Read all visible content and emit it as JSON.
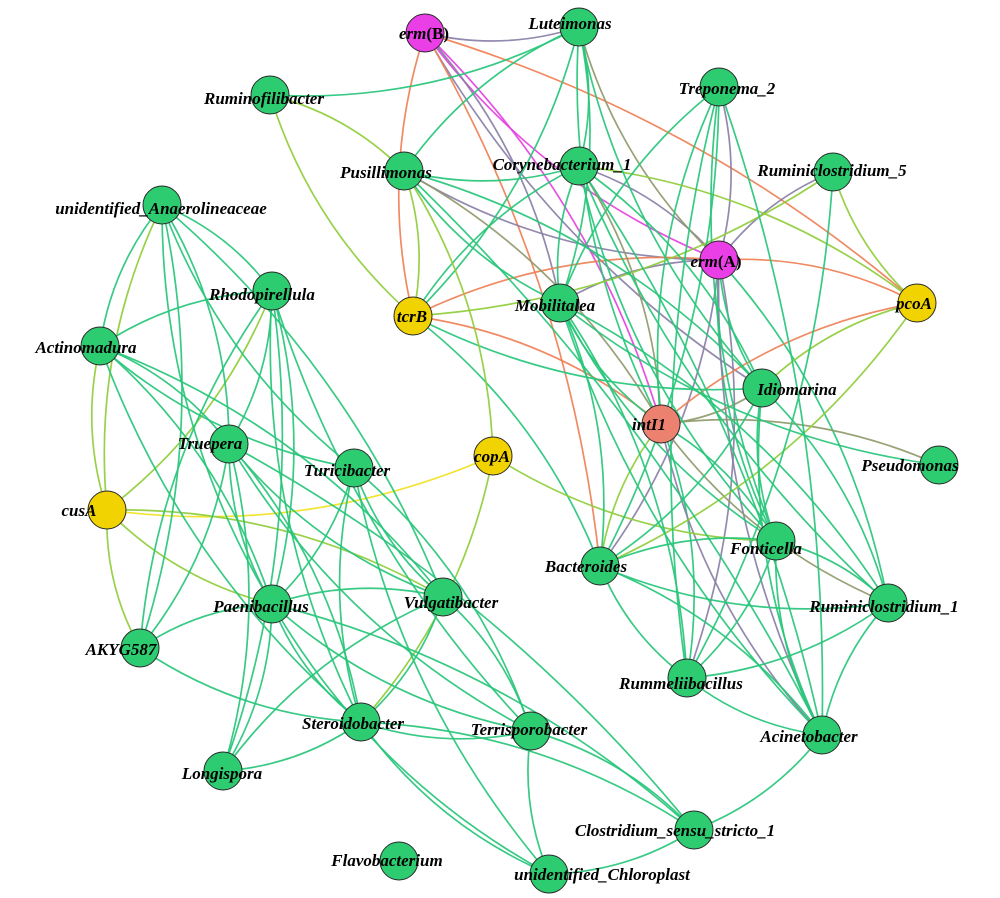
{
  "colors": {
    "genus": "#2ecc71",
    "metal": "#f1d302",
    "erm": "#ea3fe6",
    "intI1": "#ed8170",
    "edge_genus": "#27c67a",
    "edge_lime": "#8fcd3a",
    "edge_yellow": "#f0e220",
    "edge_orange": "#ee8055",
    "edge_purple": "#8a7fa7",
    "edge_magenta": "#e442e0",
    "edge_olive": "#8e9a6a"
  },
  "nodes": [
    {
      "id": "ermB",
      "italic": "erm",
      "upright": "(B)",
      "type": "erm"
    },
    {
      "id": "ermA",
      "italic": "erm",
      "upright": "(A)",
      "type": "erm"
    },
    {
      "id": "intI1",
      "italic": "intI1",
      "upright": "",
      "type": "intI1"
    },
    {
      "id": "tcrB",
      "italic": "tcrB",
      "upright": "",
      "type": "metal"
    },
    {
      "id": "pcoA",
      "italic": "pcoA",
      "upright": "",
      "type": "metal"
    },
    {
      "id": "copA",
      "italic": "copA",
      "upright": "",
      "type": "metal"
    },
    {
      "id": "cusA",
      "italic": "cusA",
      "upright": "",
      "type": "metal"
    },
    {
      "id": "Luteimonas",
      "italic": "Luteimonas",
      "upright": "",
      "type": "genus"
    },
    {
      "id": "Treponema_2",
      "italic": "Treponema_2",
      "upright": "",
      "type": "genus"
    },
    {
      "id": "Ruminofilibacter",
      "italic": "Ruminofilibacter",
      "upright": "",
      "type": "genus"
    },
    {
      "id": "Pusillimonas",
      "italic": "Pusillimonas",
      "upright": "",
      "type": "genus"
    },
    {
      "id": "Corynebacterium_1",
      "italic": "Corynebacterium_1",
      "upright": "",
      "type": "genus"
    },
    {
      "id": "Ruminiclostridium_5",
      "italic": "Ruminiclostridium_5",
      "upright": "",
      "type": "genus"
    },
    {
      "id": "unidentified_Anaerolineaceae",
      "italic": "unidentified_Anaerolineaceae",
      "upright": "",
      "type": "genus"
    },
    {
      "id": "Rhodopirellula",
      "italic": "Rhodopirellula",
      "upright": "",
      "type": "genus"
    },
    {
      "id": "Actinomadura",
      "italic": "Actinomadura",
      "upright": "",
      "type": "genus"
    },
    {
      "id": "Mobilitalea",
      "italic": "Mobilitalea",
      "upright": "",
      "type": "genus"
    },
    {
      "id": "Idiomarina",
      "italic": "Idiomarina",
      "upright": "",
      "type": "genus"
    },
    {
      "id": "Truepera",
      "italic": "Truepera",
      "upright": "",
      "type": "genus"
    },
    {
      "id": "Turicibacter",
      "italic": "Turicibacter",
      "upright": "",
      "type": "genus"
    },
    {
      "id": "Pseudomonas",
      "italic": "Pseudomonas",
      "upright": "",
      "type": "genus"
    },
    {
      "id": "Bacteroides",
      "italic": "Bacteroides",
      "upright": "",
      "type": "genus"
    },
    {
      "id": "Fonticella",
      "italic": "Fonticella",
      "upright": "",
      "type": "genus"
    },
    {
      "id": "Paenibacillus",
      "italic": "Paenibacillus",
      "upright": "",
      "type": "genus"
    },
    {
      "id": "Vulgatibacter",
      "italic": "Vulgatibacter",
      "upright": "",
      "type": "genus"
    },
    {
      "id": "Ruminiclostridium_1",
      "italic": "Ruminiclostridium_1",
      "upright": "",
      "type": "genus"
    },
    {
      "id": "AKYG587",
      "italic": "AKYG587",
      "upright": "",
      "type": "genus"
    },
    {
      "id": "Rummeliibacillus",
      "italic": "Rummeliibacillus",
      "upright": "",
      "type": "genus"
    },
    {
      "id": "Steroidobacter",
      "italic": "Steroidobacter",
      "upright": "",
      "type": "genus"
    },
    {
      "id": "Terrisporobacter",
      "italic": "Terrisporobacter",
      "upright": "",
      "type": "genus"
    },
    {
      "id": "Acinetobacter",
      "italic": "Acinetobacter",
      "upright": "",
      "type": "genus"
    },
    {
      "id": "Longispora",
      "italic": "Longispora",
      "upright": "",
      "type": "genus"
    },
    {
      "id": "Clostridium_sensu_stricto_1",
      "italic": "Clostridium_sensu_stricto_1",
      "upright": "",
      "type": "genus"
    },
    {
      "id": "Flavobacterium",
      "italic": "Flavobacterium",
      "upright": "",
      "type": "genus"
    },
    {
      "id": "unidentified_Chloroplast",
      "italic": "unidentified_Chloroplast",
      "upright": "",
      "type": "genus"
    }
  ],
  "edges": [
    [
      "ermB",
      "ermA",
      "magenta"
    ],
    [
      "ermB",
      "intI1",
      "magenta"
    ],
    [
      "ermB",
      "tcrB",
      "orange"
    ],
    [
      "ermB",
      "pcoA",
      "orange"
    ],
    [
      "ermB",
      "Luteimonas",
      "purple"
    ],
    [
      "ermB",
      "Mobilitalea",
      "purple"
    ],
    [
      "ermB",
      "Idiomarina",
      "purple"
    ],
    [
      "ermB",
      "Bacteroides",
      "orange"
    ],
    [
      "ermA",
      "Corynebacterium_1",
      "purple"
    ],
    [
      "ermA",
      "Pusillimonas",
      "purple"
    ],
    [
      "ermA",
      "tcrB",
      "orange"
    ],
    [
      "ermA",
      "pcoA",
      "orange"
    ],
    [
      "ermA",
      "Mobilitalea",
      "purple"
    ],
    [
      "ermA",
      "Ruminiclostridium_5",
      "purple"
    ],
    [
      "ermA",
      "Treponema_2",
      "purple"
    ],
    [
      "ermA",
      "Bacteroides",
      "purple"
    ],
    [
      "ermA",
      "Fonticella",
      "genus"
    ],
    [
      "ermA",
      "Rummeliibacillus",
      "purple"
    ],
    [
      "ermA",
      "Acinetobacter",
      "purple"
    ],
    [
      "ermA",
      "Ruminiclostridium_1",
      "genus"
    ],
    [
      "ermA",
      "Idiomarina",
      "genus"
    ],
    [
      "ermA",
      "Luteimonas",
      "olive"
    ],
    [
      "intI1",
      "tcrB",
      "orange"
    ],
    [
      "intI1",
      "pcoA",
      "orange"
    ],
    [
      "intI1",
      "Corynebacterium_1",
      "olive"
    ],
    [
      "intI1",
      "Mobilitalea",
      "genus"
    ],
    [
      "intI1",
      "Idiomarina",
      "olive"
    ],
    [
      "intI1",
      "Pseudomonas",
      "olive"
    ],
    [
      "intI1",
      "Bacteroides",
      "lime"
    ],
    [
      "intI1",
      "Fonticella",
      "genus"
    ],
    [
      "intI1",
      "Ruminiclostridium_1",
      "olive"
    ],
    [
      "intI1",
      "Rummeliibacillus",
      "genus"
    ],
    [
      "intI1",
      "Acinetobacter",
      "purple"
    ],
    [
      "intI1",
      "Treponema_2",
      "genus"
    ],
    [
      "intI1",
      "Pusillimonas",
      "olive"
    ],
    [
      "intI1",
      "Luteimonas",
      "genus"
    ],
    [
      "tcrB",
      "Pusillimonas",
      "lime"
    ],
    [
      "tcrB",
      "Ruminofilibacter",
      "lime"
    ],
    [
      "tcrB",
      "Luteimonas",
      "genus"
    ],
    [
      "tcrB",
      "Corynebacterium_1",
      "genus"
    ],
    [
      "tcrB",
      "Idiomarina",
      "genus"
    ],
    [
      "tcrB",
      "Bacteroides",
      "genus"
    ],
    [
      "tcrB",
      "Ruminiclostridium_5",
      "lime"
    ],
    [
      "pcoA",
      "Ruminiclostridium_5",
      "lime"
    ],
    [
      "pcoA",
      "Corynebacterium_1",
      "lime"
    ],
    [
      "pcoA",
      "Bacteroides",
      "lime"
    ],
    [
      "pcoA",
      "Idiomarina",
      "lime"
    ],
    [
      "copA",
      "cusA",
      "yellow"
    ],
    [
      "copA",
      "Pusillimonas",
      "lime"
    ],
    [
      "copA",
      "Steroidobacter",
      "lime"
    ],
    [
      "copA",
      "Fonticella",
      "lime"
    ],
    [
      "cusA",
      "unidentified_Anaerolineaceae",
      "lime"
    ],
    [
      "cusA",
      "Rhodopirellula",
      "lime"
    ],
    [
      "cusA",
      "Actinomadura",
      "lime"
    ],
    [
      "cusA",
      "AKYG587",
      "lime"
    ],
    [
      "cusA",
      "Vulgatibacter",
      "lime"
    ],
    [
      "cusA",
      "Paenibacillus",
      "lime"
    ],
    [
      "Luteimonas",
      "Ruminofilibacter",
      "genus"
    ],
    [
      "Luteimonas",
      "Pusillimonas",
      "genus"
    ],
    [
      "Luteimonas",
      "Mobilitalea",
      "genus"
    ],
    [
      "Luteimonas",
      "Idiomarina",
      "genus"
    ],
    [
      "Luteimonas",
      "Corynebacterium_1",
      "genus"
    ],
    [
      "Treponema_2",
      "Mobilitalea",
      "genus"
    ],
    [
      "Treponema_2",
      "Bacteroides",
      "genus"
    ],
    [
      "Treponema_2",
      "Fonticella",
      "genus"
    ],
    [
      "Treponema_2",
      "Acinetobacter",
      "genus"
    ],
    [
      "Treponema_2",
      "Rummeliibacillus",
      "genus"
    ],
    [
      "Ruminofilibacter",
      "Pusillimonas",
      "lime"
    ],
    [
      "Pusillimonas",
      "Mobilitalea",
      "genus"
    ],
    [
      "Pusillimonas",
      "Idiomarina",
      "genus"
    ],
    [
      "Pusillimonas",
      "Corynebacterium_1",
      "genus"
    ],
    [
      "Pusillimonas",
      "Acinetobacter",
      "genus"
    ],
    [
      "Corynebacterium_1",
      "Mobilitalea",
      "genus"
    ],
    [
      "Corynebacterium_1",
      "Idiomarina",
      "genus"
    ],
    [
      "Corynebacterium_1",
      "Ruminiclostridium_1",
      "genus"
    ],
    [
      "Corynebacterium_1",
      "Acinetobacter",
      "genus"
    ],
    [
      "Corynebacterium_1",
      "Fonticella",
      "genus"
    ],
    [
      "Mobilitalea",
      "Bacteroides",
      "genus"
    ],
    [
      "Mobilitalea",
      "Fonticella",
      "genus"
    ],
    [
      "Mobilitalea",
      "Rummeliibacillus",
      "genus"
    ],
    [
      "Mobilitalea",
      "Acinetobacter",
      "genus"
    ],
    [
      "Mobilitalea",
      "Ruminiclostridium_1",
      "genus"
    ],
    [
      "Mobilitalea",
      "Pseudomonas",
      "genus"
    ],
    [
      "Idiomarina",
      "Bacteroides",
      "genus"
    ],
    [
      "Idiomarina",
      "Fonticella",
      "genus"
    ],
    [
      "Idiomarina",
      "Ruminiclostridium_1",
      "genus"
    ],
    [
      "Idiomarina",
      "Acinetobacter",
      "genus"
    ],
    [
      "Bacteroides",
      "Fonticella",
      "genus"
    ],
    [
      "Bacteroides",
      "Rummeliibacillus",
      "genus"
    ],
    [
      "Bacteroides",
      "Acinetobacter",
      "genus"
    ],
    [
      "Bacteroides",
      "Ruminiclostridium_1",
      "genus"
    ],
    [
      "Fonticella",
      "Rummeliibacillus",
      "genus"
    ],
    [
      "Fonticella",
      "Acinetobacter",
      "genus"
    ],
    [
      "Fonticella",
      "Ruminiclostridium_1",
      "genus"
    ],
    [
      "Ruminiclostridium_1",
      "Acinetobacter",
      "genus"
    ],
    [
      "Ruminiclostridium_1",
      "Rummeliibacillus",
      "genus"
    ],
    [
      "Rummeliibacillus",
      "Acinetobacter",
      "genus"
    ],
    [
      "Acinetobacter",
      "Clostridium_sensu_stricto_1",
      "genus"
    ],
    [
      "Rummeliibacillus",
      "Ruminiclostridium_5",
      "genus"
    ],
    [
      "unidentified_Anaerolineaceae",
      "Rhodopirellula",
      "genus"
    ],
    [
      "unidentified_Anaerolineaceae",
      "Actinomadura",
      "genus"
    ],
    [
      "unidentified_Anaerolineaceae",
      "Truepera",
      "genus"
    ],
    [
      "unidentified_Anaerolineaceae",
      "Turicibacter",
      "genus"
    ],
    [
      "unidentified_Anaerolineaceae",
      "AKYG587",
      "genus"
    ],
    [
      "unidentified_Anaerolineaceae",
      "Paenibacillus",
      "genus"
    ],
    [
      "unidentified_Anaerolineaceae",
      "Vulgatibacter",
      "genus"
    ],
    [
      "Rhodopirellula",
      "Actinomadura",
      "genus"
    ],
    [
      "Rhodopirellula",
      "Truepera",
      "genus"
    ],
    [
      "Rhodopirellula",
      "AKYG587",
      "genus"
    ],
    [
      "Rhodopirellula",
      "Paenibacillus",
      "genus"
    ],
    [
      "Rhodopirellula",
      "Steroidobacter",
      "genus"
    ],
    [
      "Rhodopirellula",
      "Longispora",
      "genus"
    ],
    [
      "Rhodopirellula",
      "Terrisporobacter",
      "genus"
    ],
    [
      "Actinomadura",
      "Truepera",
      "genus"
    ],
    [
      "Actinomadura",
      "Turicibacter",
      "genus"
    ],
    [
      "Actinomadura",
      "Paenibacillus",
      "genus"
    ],
    [
      "Actinomadura",
      "Steroidobacter",
      "genus"
    ],
    [
      "Actinomadura",
      "Vulgatibacter",
      "genus"
    ],
    [
      "Truepera",
      "Paenibacillus",
      "genus"
    ],
    [
      "Truepera",
      "Steroidobacter",
      "genus"
    ],
    [
      "Truepera",
      "Vulgatibacter",
      "genus"
    ],
    [
      "Truepera",
      "Longispora",
      "genus"
    ],
    [
      "Truepera",
      "Terrisporobacter",
      "genus"
    ],
    [
      "Turicibacter",
      "Paenibacillus",
      "genus"
    ],
    [
      "Turicibacter",
      "Steroidobacter",
      "genus"
    ],
    [
      "Turicibacter",
      "Terrisporobacter",
      "genus"
    ],
    [
      "Turicibacter",
      "Vulgatibacter",
      "genus"
    ],
    [
      "Paenibacillus",
      "Vulgatibacter",
      "genus"
    ],
    [
      "Paenibacillus",
      "Steroidobacter",
      "genus"
    ],
    [
      "Paenibacillus",
      "Longispora",
      "genus"
    ],
    [
      "Paenibacillus",
      "Terrisporobacter",
      "genus"
    ],
    [
      "Paenibacillus",
      "Clostridium_sensu_stricto_1",
      "genus"
    ],
    [
      "Paenibacillus",
      "unidentified_Chloroplast",
      "genus"
    ],
    [
      "Vulgatibacter",
      "Steroidobacter",
      "genus"
    ],
    [
      "Vulgatibacter",
      "Longispora",
      "genus"
    ],
    [
      "Vulgatibacter",
      "Terrisporobacter",
      "genus"
    ],
    [
      "AKYG587",
      "Steroidobacter",
      "genus"
    ],
    [
      "AKYG587",
      "Paenibacillus",
      "genus"
    ],
    [
      "AKYG587",
      "Truepera",
      "genus"
    ],
    [
      "Steroidobacter",
      "Longispora",
      "genus"
    ],
    [
      "Steroidobacter",
      "Terrisporobacter",
      "genus"
    ],
    [
      "Steroidobacter",
      "Clostridium_sensu_stricto_1",
      "genus"
    ],
    [
      "Steroidobacter",
      "unidentified_Chloroplast",
      "genus"
    ],
    [
      "Terrisporobacter",
      "Clostridium_sensu_stricto_1",
      "genus"
    ],
    [
      "Terrisporobacter",
      "unidentified_Chloroplast",
      "genus"
    ],
    [
      "Clostridium_sensu_stricto_1",
      "unidentified_Chloroplast",
      "genus"
    ],
    [
      "Turicibacter",
      "unidentified_Chloroplast",
      "genus"
    ],
    [
      "Truepera",
      "Clostridium_sensu_stricto_1",
      "genus"
    ]
  ]
}
